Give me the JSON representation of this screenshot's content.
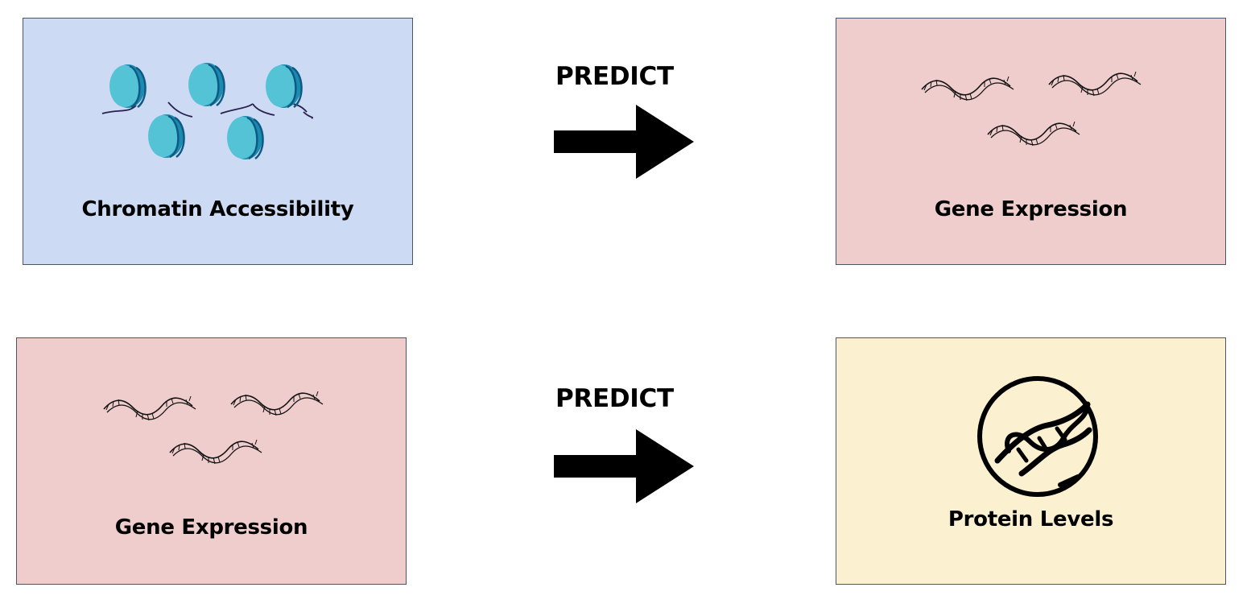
{
  "colors": {
    "chromatin_bg": "#ccdaf4",
    "gene_bg": "#efcdcc",
    "protein_bg": "#fbf0d0",
    "nucleosome_fill": "#55c3d6",
    "nucleosome_band": "#1c8bb0",
    "strand": "#2a2050",
    "arrow": "#000000"
  },
  "rows": [
    {
      "source": {
        "label": "Chromatin Accessibility",
        "icon": "nucleosome-icon"
      },
      "verb": "PREDICT",
      "target": {
        "label": "Gene Expression",
        "icon": "rna-strand-icon"
      }
    },
    {
      "source": {
        "label": "Gene Expression",
        "icon": "rna-strand-icon"
      },
      "verb": "PREDICT",
      "target": {
        "label": "Protein Levels",
        "icon": "protein-dna-icon"
      }
    }
  ]
}
